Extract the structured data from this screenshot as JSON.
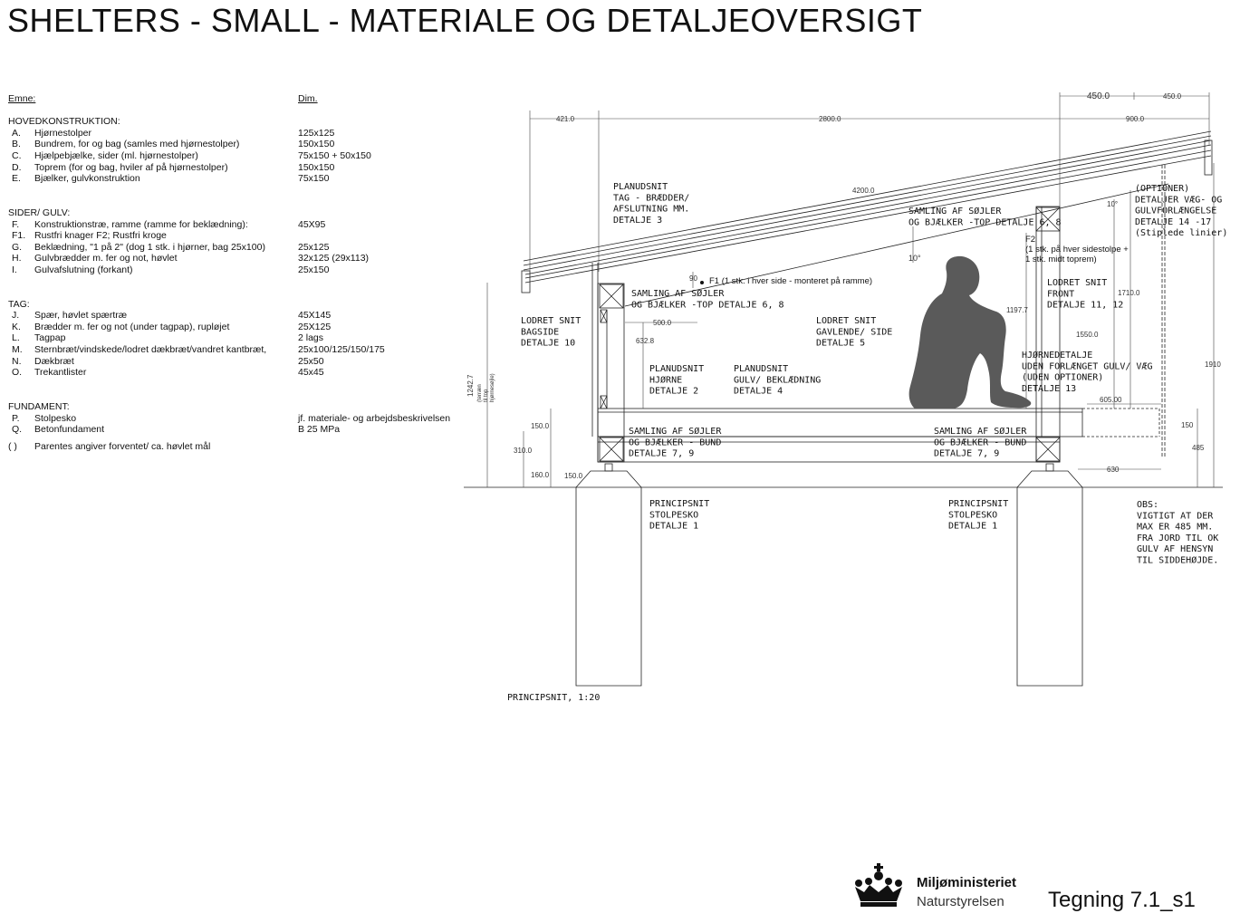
{
  "title": "SHELTERS - SMALL - MATERIALE OG DETALJEOVERSIGT",
  "legend": {
    "subject_header": "Emne:",
    "dim_header": "Dim.",
    "groups": [
      {
        "name": "HOVEDKONSTRUKTION:",
        "items": [
          {
            "code": "A.",
            "desc": "Hjørnestolper",
            "dim": "125x125"
          },
          {
            "code": "B.",
            "desc": "Bundrem, for og bag (samles med hjørnestolper)",
            "dim": "150x150"
          },
          {
            "code": "C.",
            "desc": "Hjælpebjælke, sider (ml. hjørnestolper)",
            "dim": "75x150 + 50x150"
          },
          {
            "code": "D.",
            "desc": "Toprem (for og bag, hviler af på hjørnestolper)",
            "dim": "150x150"
          },
          {
            "code": "E.",
            "desc": "Bjælker, gulvkonstruktion",
            "dim": "75x150"
          }
        ]
      },
      {
        "name": "SIDER/ GULV:",
        "items": [
          {
            "code": "F.",
            "desc": "Konstruktionstræ, ramme (ramme for beklædning):",
            "dim": "45X95"
          },
          {
            "code": "F1.",
            "desc": "Rustfri knager        F2; Rustfri kroge",
            "dim": ""
          },
          {
            "code": "G.",
            "desc": "Beklædning, \"1 på 2\" (dog 1 stk. i hjørner, bag 25x100)",
            "dim": "25x125"
          },
          {
            "code": "H.",
            "desc": "Gulvbrædder m. fer og not, høvlet",
            "dim": "32x125 (29x113)"
          },
          {
            "code": "I.",
            "desc": "Gulvafslutning (forkant)",
            "dim": "25x150"
          }
        ]
      },
      {
        "name": "TAG:",
        "items": [
          {
            "code": "J.",
            "desc": "Spær, høvlet spærtræ",
            "dim": "45X145"
          },
          {
            "code": "K.",
            "desc": "Brædder m. fer og not (under tagpap), rupløjet",
            "dim": "25X125"
          },
          {
            "code": "L.",
            "desc": "Tagpap",
            "dim": "2 lags"
          },
          {
            "code": "M.",
            "desc": "Sternbræt/vindskede/lodret dækbræt/vandret kantbræt,",
            "dim": "25x100/125/150/175"
          },
          {
            "code": "N.",
            "desc": "Dækbræt",
            "dim": "25x50"
          },
          {
            "code": "O.",
            "desc": "Trekantlister",
            "dim": "45x45"
          }
        ]
      },
      {
        "name": "FUNDAMENT:",
        "items": [
          {
            "code": "P.",
            "desc": "Stolpesko",
            "dim": "jf. materiale- og arbejdsbeskrivelsen"
          },
          {
            "code": "Q.",
            "desc": "Betonfundament",
            "dim": "B 25 MPa"
          }
        ]
      }
    ],
    "note_code": "( )",
    "note": "Parentes angiver forventet/ ca. høvlet mål"
  },
  "dims": {
    "top_450": "450.0",
    "top_450b": "450.0",
    "d421": "421.0",
    "d2800": "2800.0",
    "d900": "900.0",
    "d4200": "4200.0",
    "d500": "500.0",
    "d632": "632.8",
    "d1197": "1197.7",
    "d1550": "1550.0",
    "d1710": "1710.0",
    "d1910": "1910",
    "d605": "605.00",
    "d630": "630",
    "d150a": "150.0",
    "d310": "310.0",
    "d160": "160.0",
    "d150b": "150.0",
    "d150c": "150",
    "d485": "485",
    "d1242": "1242.7",
    "d1242note": [
      "(terræn",
      "til top",
      "hjørnesøjle)"
    ],
    "ang10a": "10°",
    "ang10b": "10°",
    "ang90": "90"
  },
  "notes": {
    "tag_plan": [
      "PLANUDSNIT",
      "TAG - BRÆDDER/",
      "AFSLUTNING MM.",
      "DETALJE 3"
    ],
    "optioner": [
      "(OPTIONER)",
      "DETALJER VÆG- OG",
      "GULVFORLÆNGELSE",
      "DETALJE 14 -17",
      "(Stiplede linier)"
    ],
    "samling_top_right": [
      "SAMLING AF SØJLER",
      "OG BJÆLKER -TOP DETALJE 6, 8"
    ],
    "f2": [
      "F2",
      "(1 stk. på hver sidestolpe +",
      "1 stk. midt toprem)"
    ],
    "f1": "F1 (1 stk. i hver side - monteret på ramme)",
    "samling_top_left": [
      "SAMLING AF SØJLER",
      "OG BJÆLKER -TOP DETALJE 6, 8"
    ],
    "lodret_bag": [
      "LODRET SNIT",
      "BAGSIDE",
      "DETALJE 10"
    ],
    "lodret_gavl": [
      "LODRET SNIT",
      "GAVLENDE/ SIDE",
      "DETALJE 5"
    ],
    "lodret_front": [
      "LODRET SNIT",
      "FRONT",
      "DETALJE 11, 12"
    ],
    "plan_hjorne": [
      "PLANUDSNIT",
      "HJØRNE",
      "DETALJE 2"
    ],
    "plan_gulv": [
      "PLANUDSNIT",
      "GULV/ BEKLÆDNING",
      "DETALJE 4"
    ],
    "hjorne_detalje": [
      "HJØRNEDETALJE",
      "UDEN FORLÆNGET GULV/ VÆG",
      "(UDEN OPTIONER)",
      "DETALJE 13"
    ],
    "samling_bund_left": [
      "SAMLING AF SØJLER",
      "OG BJÆLKER - BUND",
      "DETALJE 7, 9"
    ],
    "samling_bund_right": [
      "SAMLING AF SØJLER",
      "OG BJÆLKER - BUND",
      "DETALJE 7, 9"
    ],
    "stolpesko_left": [
      "PRINCIPSNIT",
      "STOLPESKO",
      "DETALJE 1"
    ],
    "stolpesko_right": [
      "PRINCIPSNIT",
      "STOLPESKO",
      "DETALJE 1"
    ],
    "obs": [
      "OBS:",
      "VIGTIGT AT DER",
      "MAX ER 485 MM.",
      "FRA JORD TIL OK",
      "GULV AF HENSYN",
      "TIL SIDDEHØJDE."
    ],
    "principsnit": "PRINCIPSNIT, 1:20"
  },
  "footer": {
    "org": "Miljøministeriet",
    "agency": "Naturstyrelsen",
    "drawing_no": "Tegning 7.1_s1"
  },
  "colors": {
    "line": "#222222",
    "figure": "#5a5a5a"
  }
}
